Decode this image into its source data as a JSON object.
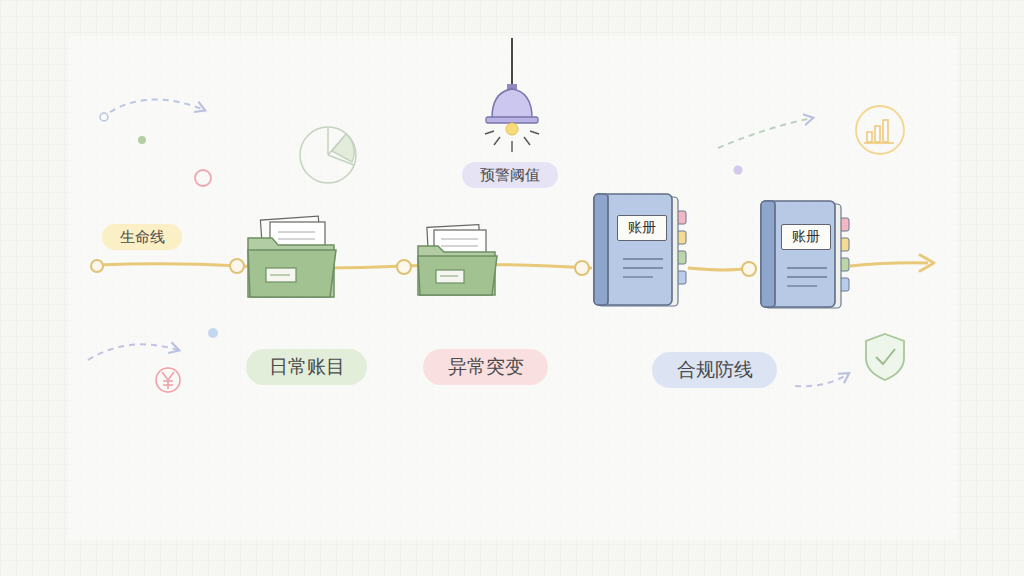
{
  "diagram": {
    "nodes": [
      {
        "text": [
          "预警阈值"
        ]
      },
      {
        "text": [
          "生命线"
        ]
      },
      {
        "text": [
          "账册"
        ]
      },
      {
        "text": [
          "账册"
        ]
      },
      {
        "text": [
          "日常账目"
        ]
      },
      {
        "text": [
          "异常突变"
        ]
      },
      {
        "text": [
          "合规防线"
        ]
      }
    ],
    "edges": [
      {
        "from": 2,
        "to": 3,
        "arrow": "none"
      }
    ]
  }
}
